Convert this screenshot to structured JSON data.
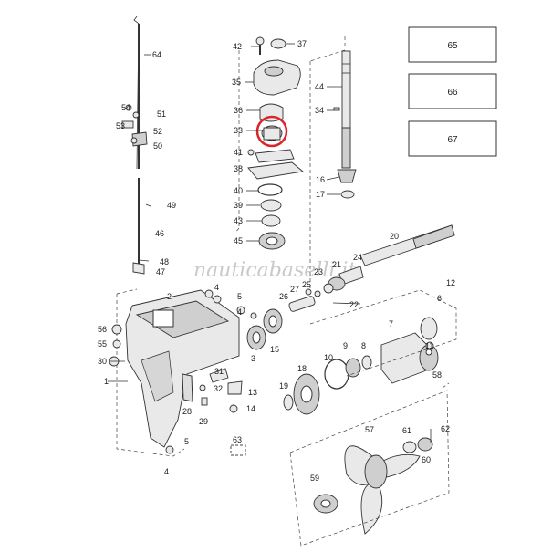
{
  "watermark": "nauticabaselli.it",
  "boxes": [
    "65",
    "66",
    "67"
  ],
  "callouts": [
    "64",
    "54",
    "51",
    "53",
    "52",
    "50",
    "49",
    "46",
    "48",
    "47",
    "42",
    "37",
    "35",
    "36",
    "33",
    "41",
    "38",
    "40",
    "39",
    "43",
    "45",
    "44",
    "34",
    "16",
    "17",
    "20",
    "24",
    "21",
    "23",
    "22",
    "27",
    "25",
    "26",
    "12",
    "6",
    "2",
    "4",
    "5",
    "3",
    "15",
    "7",
    "11",
    "56",
    "55",
    "30",
    "1",
    "31",
    "32",
    "13",
    "28",
    "29",
    "14",
    "18",
    "19",
    "10",
    "9",
    "8",
    "58",
    "57",
    "61",
    "62",
    "60",
    "63",
    "59"
  ],
  "highlight": {
    "part": "33",
    "color": "#d9262b"
  }
}
